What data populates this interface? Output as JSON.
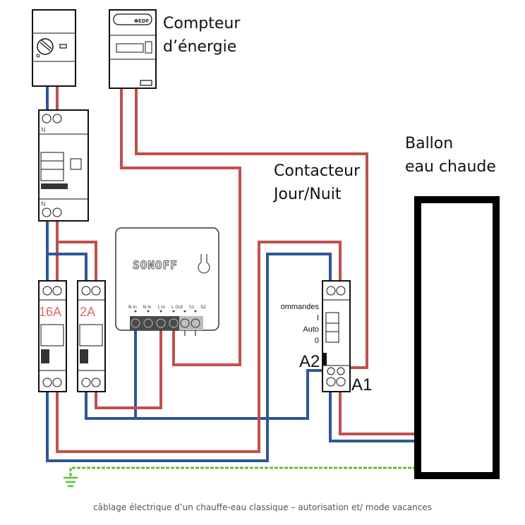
{
  "labels": {
    "meter_title_line1": "Compteur",
    "meter_title_line2": "d’énergie",
    "contactor_title_line1": "Contacteur",
    "contactor_title_line2": "Jour/Nuit",
    "boiler_title_line1": "Ballon",
    "boiler_title_line2": "eau chaude",
    "contactor_terminal_a1": "A1",
    "contactor_terminal_a2": "A2",
    "contactor_modes": [
      "ommandes",
      "I",
      "Auto",
      "0"
    ],
    "breaker_1_rating": "16A",
    "breaker_2_rating": "2A",
    "meter_brand": "ΦEDF",
    "sonoff_brand": "SONOFF",
    "sonoff_terminals": [
      "N In",
      "N In",
      "L In",
      "L Out",
      "S1",
      "S2"
    ]
  },
  "caption": "câblage électrique d’un chauffe-eau classique – autorisation et/ mode vacances",
  "colors": {
    "phase_wire": "#c0504d",
    "neutral_wire": "#2f5597",
    "earth_wire": "#5cc12e",
    "device_outline": "#111111",
    "boiler_outline": "#000000"
  }
}
